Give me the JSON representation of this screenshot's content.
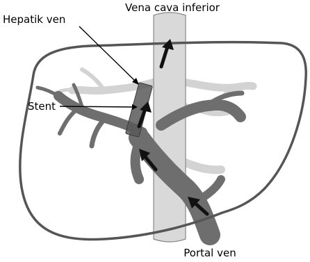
{
  "labels": {
    "ivc": "Vena cava inferior",
    "hepatic_vein": "Hepatik ven",
    "stent": "Stent",
    "portal_vein": "Portal ven"
  },
  "colors": {
    "liver_outline": "#555555",
    "ivc_fill": "#d9d9d9",
    "ivc_stroke": "#888888",
    "hepatic_vein": "#d3d3d3",
    "portal_vein": "#6e6e6e",
    "stent": "#595959",
    "arrow": "#111111"
  }
}
